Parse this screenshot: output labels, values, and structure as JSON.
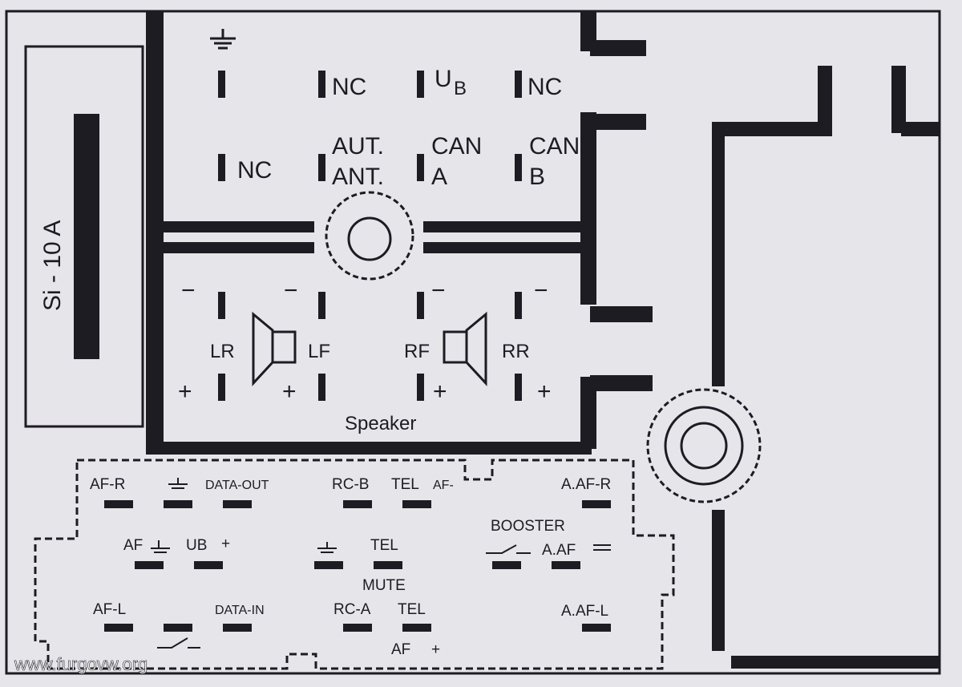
{
  "fuse": {
    "label": "Si - 10 A"
  },
  "top_connector": {
    "ground_symbol": "ground-icon",
    "row1": [
      "NC",
      "U",
      "B",
      "NC"
    ],
    "row2": [
      "NC",
      "AUT.",
      "ANT.",
      "CAN",
      "A",
      "CAN",
      "B"
    ]
  },
  "speakers": {
    "minus": "−",
    "plus": "+",
    "left_rear": "LR",
    "left_front": "LF",
    "right_front": "RF",
    "right_rear": "RR",
    "caption": "Speaker"
  },
  "bottom_connector": {
    "row1": [
      "AF-R",
      "DATA-OUT",
      "RC-B",
      "TEL",
      "AF-",
      "A.AF-R"
    ],
    "row2": [
      "AF",
      "UB",
      "+",
      "TEL",
      "MUTE",
      "BOOSTER",
      "A.AF"
    ],
    "row3": [
      "AF-L",
      "DATA-IN",
      "RC-A",
      "TEL",
      "AF",
      "+",
      "A.AF-L"
    ]
  },
  "watermark": "www.furgovw.org",
  "colors": {
    "ink": "#1d1c22",
    "paper": "#e6e5ea"
  }
}
